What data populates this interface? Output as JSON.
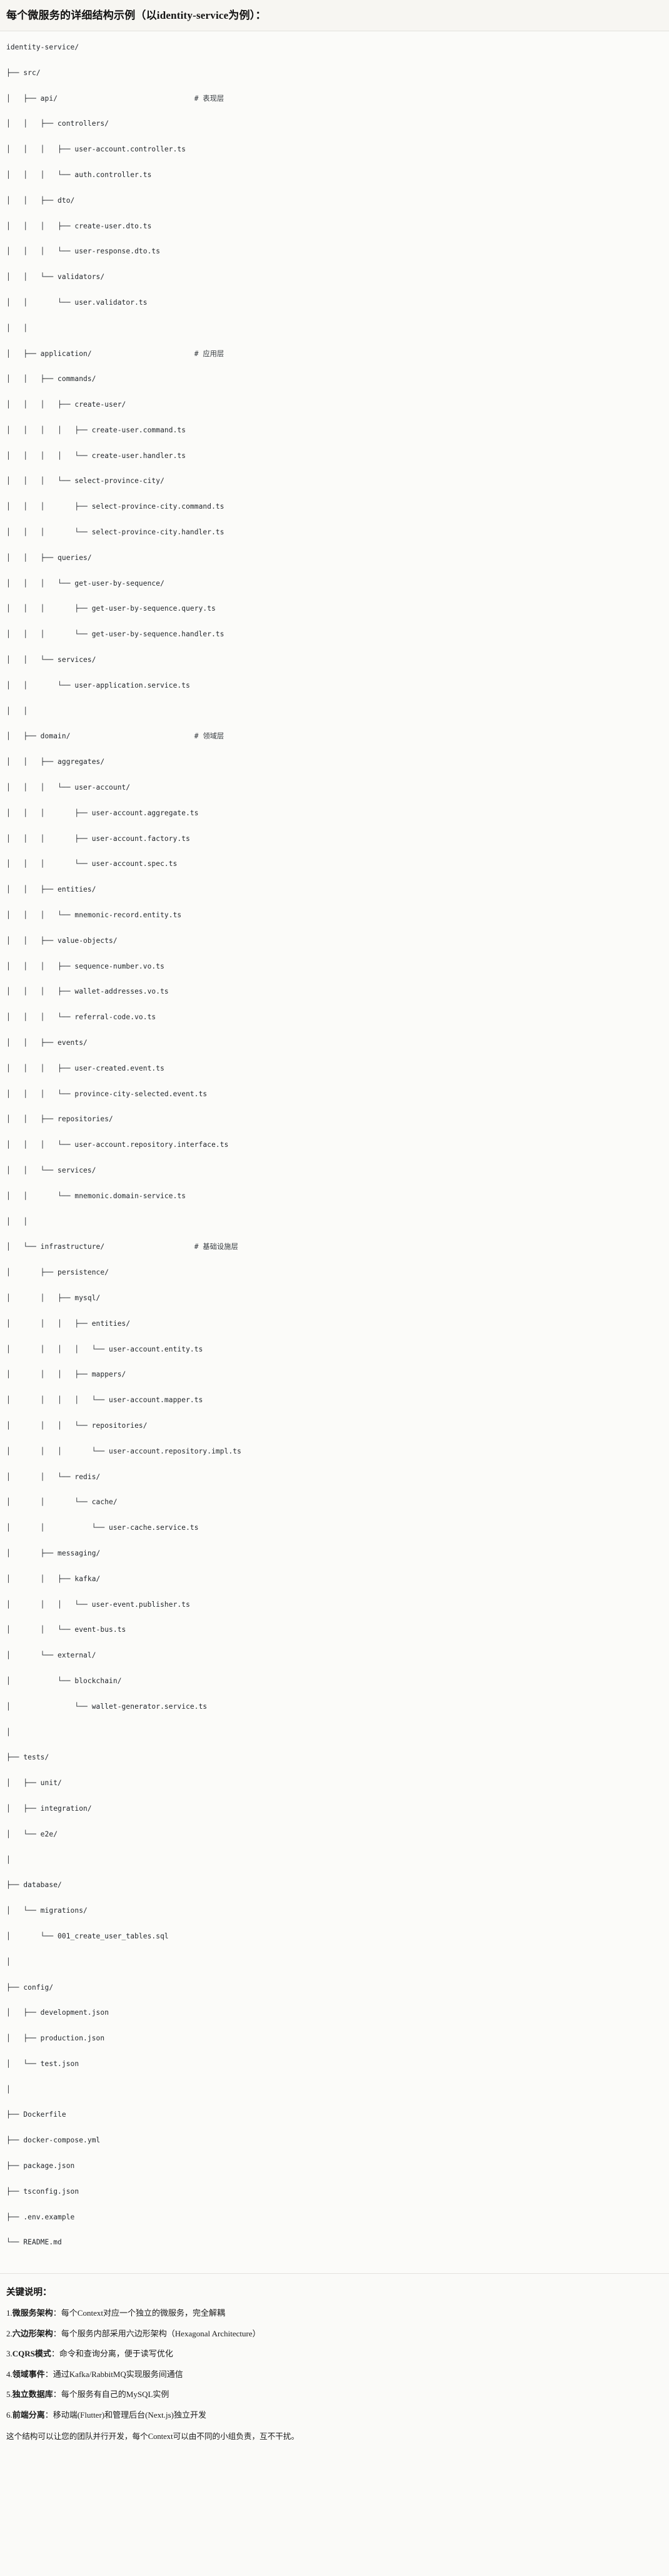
{
  "header": {
    "title": "每个微服务的详细结构示例（以identity-service为例）："
  },
  "tree": {
    "root_label": "identity-service/",
    "lines": [
      {
        "prefix": "",
        "name": "identity-service/",
        "comment": ""
      },
      {
        "prefix": "├── ",
        "name": "src/",
        "comment": ""
      },
      {
        "prefix": "│   ├── ",
        "name": "api/",
        "comment": "# 表现层"
      },
      {
        "prefix": "│   │   ├── ",
        "name": "controllers/",
        "comment": ""
      },
      {
        "prefix": "│   │   │   ├── ",
        "name": "user-account.controller.ts",
        "comment": ""
      },
      {
        "prefix": "│   │   │   └── ",
        "name": "auth.controller.ts",
        "comment": ""
      },
      {
        "prefix": "│   │   ├── ",
        "name": "dto/",
        "comment": ""
      },
      {
        "prefix": "│   │   │   ├── ",
        "name": "create-user.dto.ts",
        "comment": ""
      },
      {
        "prefix": "│   │   │   └── ",
        "name": "user-response.dto.ts",
        "comment": ""
      },
      {
        "prefix": "│   │   └── ",
        "name": "validators/",
        "comment": ""
      },
      {
        "prefix": "│   │       └── ",
        "name": "user.validator.ts",
        "comment": ""
      },
      {
        "prefix": "│   │",
        "name": "",
        "comment": ""
      },
      {
        "prefix": "│   ├── ",
        "name": "application/",
        "comment": "# 应用层"
      },
      {
        "prefix": "│   │   ├── ",
        "name": "commands/",
        "comment": ""
      },
      {
        "prefix": "│   │   │   ├── ",
        "name": "create-user/",
        "comment": ""
      },
      {
        "prefix": "│   │   │   │   ├── ",
        "name": "create-user.command.ts",
        "comment": ""
      },
      {
        "prefix": "│   │   │   │   └── ",
        "name": "create-user.handler.ts",
        "comment": ""
      },
      {
        "prefix": "│   │   │   └── ",
        "name": "select-province-city/",
        "comment": ""
      },
      {
        "prefix": "│   │   │       ├── ",
        "name": "select-province-city.command.ts",
        "comment": ""
      },
      {
        "prefix": "│   │   │       └── ",
        "name": "select-province-city.handler.ts",
        "comment": ""
      },
      {
        "prefix": "│   │   ├── ",
        "name": "queries/",
        "comment": ""
      },
      {
        "prefix": "│   │   │   └── ",
        "name": "get-user-by-sequence/",
        "comment": ""
      },
      {
        "prefix": "│   │   │       ├── ",
        "name": "get-user-by-sequence.query.ts",
        "comment": ""
      },
      {
        "prefix": "│   │   │       └── ",
        "name": "get-user-by-sequence.handler.ts",
        "comment": ""
      },
      {
        "prefix": "│   │   └── ",
        "name": "services/",
        "comment": ""
      },
      {
        "prefix": "│   │       └── ",
        "name": "user-application.service.ts",
        "comment": ""
      },
      {
        "prefix": "│   │",
        "name": "",
        "comment": ""
      },
      {
        "prefix": "│   ├── ",
        "name": "domain/",
        "comment": "# 领域层"
      },
      {
        "prefix": "│   │   ├── ",
        "name": "aggregates/",
        "comment": ""
      },
      {
        "prefix": "│   │   │   └── ",
        "name": "user-account/",
        "comment": ""
      },
      {
        "prefix": "│   │   │       ├── ",
        "name": "user-account.aggregate.ts",
        "comment": ""
      },
      {
        "prefix": "│   │   │       ├── ",
        "name": "user-account.factory.ts",
        "comment": ""
      },
      {
        "prefix": "│   │   │       └── ",
        "name": "user-account.spec.ts",
        "comment": ""
      },
      {
        "prefix": "│   │   ├── ",
        "name": "entities/",
        "comment": ""
      },
      {
        "prefix": "│   │   │   └── ",
        "name": "mnemonic-record.entity.ts",
        "comment": ""
      },
      {
        "prefix": "│   │   ├── ",
        "name": "value-objects/",
        "comment": ""
      },
      {
        "prefix": "│   │   │   ├── ",
        "name": "sequence-number.vo.ts",
        "comment": ""
      },
      {
        "prefix": "│   │   │   ├── ",
        "name": "wallet-addresses.vo.ts",
        "comment": ""
      },
      {
        "prefix": "│   │   │   └── ",
        "name": "referral-code.vo.ts",
        "comment": ""
      },
      {
        "prefix": "│   │   ├── ",
        "name": "events/",
        "comment": ""
      },
      {
        "prefix": "│   │   │   ├── ",
        "name": "user-created.event.ts",
        "comment": ""
      },
      {
        "prefix": "│   │   │   └── ",
        "name": "province-city-selected.event.ts",
        "comment": ""
      },
      {
        "prefix": "│   │   ├── ",
        "name": "repositories/",
        "comment": ""
      },
      {
        "prefix": "│   │   │   └── ",
        "name": "user-account.repository.interface.ts",
        "comment": ""
      },
      {
        "prefix": "│   │   └── ",
        "name": "services/",
        "comment": ""
      },
      {
        "prefix": "│   │       └── ",
        "name": "mnemonic.domain-service.ts",
        "comment": ""
      },
      {
        "prefix": "│   │",
        "name": "",
        "comment": ""
      },
      {
        "prefix": "│   └── ",
        "name": "infrastructure/",
        "comment": "# 基础设施层"
      },
      {
        "prefix": "│       ├── ",
        "name": "persistence/",
        "comment": ""
      },
      {
        "prefix": "│       │   ├── ",
        "name": "mysql/",
        "comment": ""
      },
      {
        "prefix": "│       │   │   ├── ",
        "name": "entities/",
        "comment": ""
      },
      {
        "prefix": "│       │   │   │   └── ",
        "name": "user-account.entity.ts",
        "comment": ""
      },
      {
        "prefix": "│       │   │   ├── ",
        "name": "mappers/",
        "comment": ""
      },
      {
        "prefix": "│       │   │   │   └── ",
        "name": "user-account.mapper.ts",
        "comment": ""
      },
      {
        "prefix": "│       │   │   └── ",
        "name": "repositories/",
        "comment": ""
      },
      {
        "prefix": "│       │   │       └── ",
        "name": "user-account.repository.impl.ts",
        "comment": ""
      },
      {
        "prefix": "│       │   └── ",
        "name": "redis/",
        "comment": ""
      },
      {
        "prefix": "│       │       └── ",
        "name": "cache/",
        "comment": ""
      },
      {
        "prefix": "│       │           └── ",
        "name": "user-cache.service.ts",
        "comment": ""
      },
      {
        "prefix": "│       ├── ",
        "name": "messaging/",
        "comment": ""
      },
      {
        "prefix": "│       │   ├── ",
        "name": "kafka/",
        "comment": ""
      },
      {
        "prefix": "│       │   │   └── ",
        "name": "user-event.publisher.ts",
        "comment": ""
      },
      {
        "prefix": "│       │   └── ",
        "name": "event-bus.ts",
        "comment": ""
      },
      {
        "prefix": "│       └── ",
        "name": "external/",
        "comment": ""
      },
      {
        "prefix": "│           └── ",
        "name": "blockchain/",
        "comment": ""
      },
      {
        "prefix": "│               └── ",
        "name": "wallet-generator.service.ts",
        "comment": ""
      },
      {
        "prefix": "│",
        "name": "",
        "comment": ""
      },
      {
        "prefix": "├── ",
        "name": "tests/",
        "comment": ""
      },
      {
        "prefix": "│   ├── ",
        "name": "unit/",
        "comment": ""
      },
      {
        "prefix": "│   ├── ",
        "name": "integration/",
        "comment": ""
      },
      {
        "prefix": "│   └── ",
        "name": "e2e/",
        "comment": ""
      },
      {
        "prefix": "│",
        "name": "",
        "comment": ""
      },
      {
        "prefix": "├── ",
        "name": "database/",
        "comment": ""
      },
      {
        "prefix": "│   └── ",
        "name": "migrations/",
        "comment": ""
      },
      {
        "prefix": "│       └── ",
        "name": "001_create_user_tables.sql",
        "comment": ""
      },
      {
        "prefix": "│",
        "name": "",
        "comment": ""
      },
      {
        "prefix": "├── ",
        "name": "config/",
        "comment": ""
      },
      {
        "prefix": "│   ├── ",
        "name": "development.json",
        "comment": ""
      },
      {
        "prefix": "│   ├── ",
        "name": "production.json",
        "comment": ""
      },
      {
        "prefix": "│   └── ",
        "name": "test.json",
        "comment": ""
      },
      {
        "prefix": "│",
        "name": "",
        "comment": ""
      },
      {
        "prefix": "├── ",
        "name": "Dockerfile",
        "comment": ""
      },
      {
        "prefix": "├── ",
        "name": "docker-compose.yml",
        "comment": ""
      },
      {
        "prefix": "├── ",
        "name": "package.json",
        "comment": ""
      },
      {
        "prefix": "├── ",
        "name": "tsconfig.json",
        "comment": ""
      },
      {
        "prefix": "├── ",
        "name": ".env.example",
        "comment": ""
      },
      {
        "prefix": "└── ",
        "name": "README.md",
        "comment": ""
      }
    ],
    "comment_column": 44
  },
  "keypoints": {
    "title": "关键说明：",
    "items": [
      {
        "num": "1.",
        "term": "微服务架构",
        "sep": "：",
        "desc": "每个Context对应一个独立的微服务，完全解耦"
      },
      {
        "num": "2.",
        "term": "六边形架构",
        "sep": "：",
        "desc": "每个服务内部采用六边形架构（Hexagonal Architecture）"
      },
      {
        "num": "3.",
        "term": "CQRS模式",
        "sep": "：",
        "desc": "命令和查询分离，便于读写优化"
      },
      {
        "num": "4.",
        "term": "领域事件",
        "sep": "：",
        "desc": "通过Kafka/RabbitMQ实现服务间通信"
      },
      {
        "num": "5.",
        "term": "独立数据库",
        "sep": "：",
        "desc": "每个服务有自己的MySQL实例"
      },
      {
        "num": "6.",
        "term": "前端分离",
        "sep": "：",
        "desc": "移动端(Flutter)和管理后台(Next.js)独立开发"
      }
    ],
    "footer": "这个结构可以让您的团队并行开发，每个Context可以由不同的小组负责，互不干扰。"
  }
}
